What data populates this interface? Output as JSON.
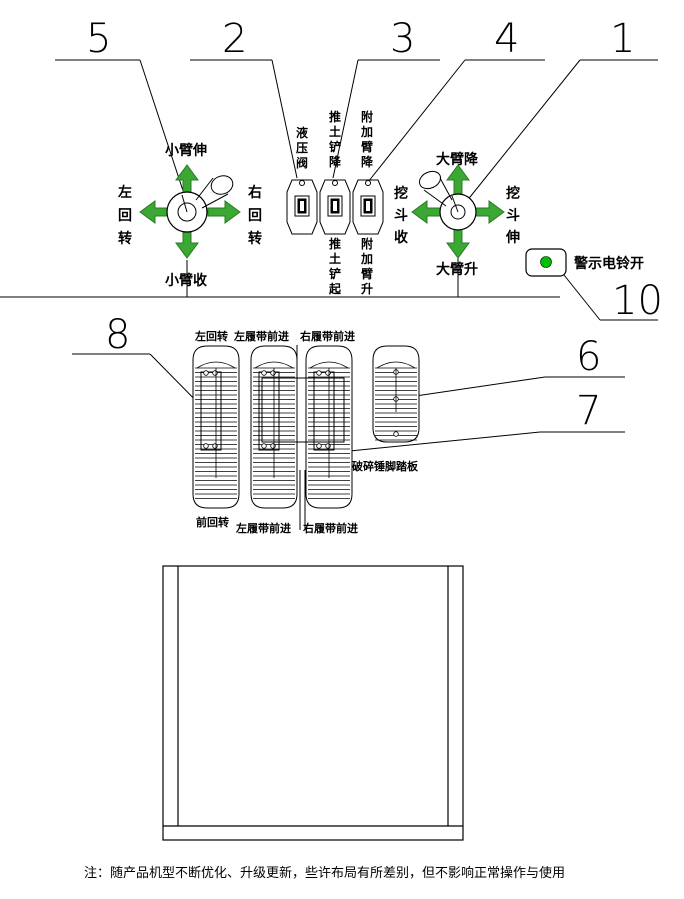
{
  "callouts": {
    "n5": "5",
    "n2": "2",
    "n3": "3",
    "n4": "4",
    "n1": "1",
    "n8": "8",
    "n6": "6",
    "n7": "7",
    "n10": "10"
  },
  "left_joystick": {
    "up": "小臂伸",
    "down": "小臂收",
    "left": [
      "左",
      "回",
      "转"
    ],
    "right": [
      "右",
      "回",
      "转"
    ]
  },
  "right_joystick": {
    "up": "大臂降",
    "down": "大臂升",
    "left": [
      "挖",
      "斗",
      "收"
    ],
    "right": [
      "挖",
      "斗",
      "伸"
    ]
  },
  "switches": [
    {
      "top": [
        "液",
        "压",
        "阀"
      ],
      "bottom": []
    },
    {
      "top": [
        "推",
        "土",
        "铲",
        "降"
      ],
      "bottom": [
        "推",
        "土",
        "铲",
        "起"
      ]
    },
    {
      "top": [
        "附",
        "加",
        "臂",
        "降"
      ],
      "bottom": [
        "附",
        "加",
        "臂",
        "升"
      ]
    }
  ],
  "alarm": {
    "label": "警示电铃开",
    "indicator_color": "#00c000"
  },
  "pedals": {
    "left_rotate": "左回转",
    "left_track_fwd_top": "左履带前进",
    "right_track_fwd_top": "右履带前进",
    "front_rotate": "前回转",
    "left_track_fwd_bottom": "左履带前进",
    "right_track_fwd_bottom": "右履带前进",
    "breaker_pedal": "破碎锤脚踏板"
  },
  "note": "注：随产品机型不断优化、升级更新，些许布局有所差别，但不影响正常操作与使用",
  "colors": {
    "arrow": "#3aa832",
    "arrow_edge": "#2b7a24",
    "line": "#000000"
  }
}
